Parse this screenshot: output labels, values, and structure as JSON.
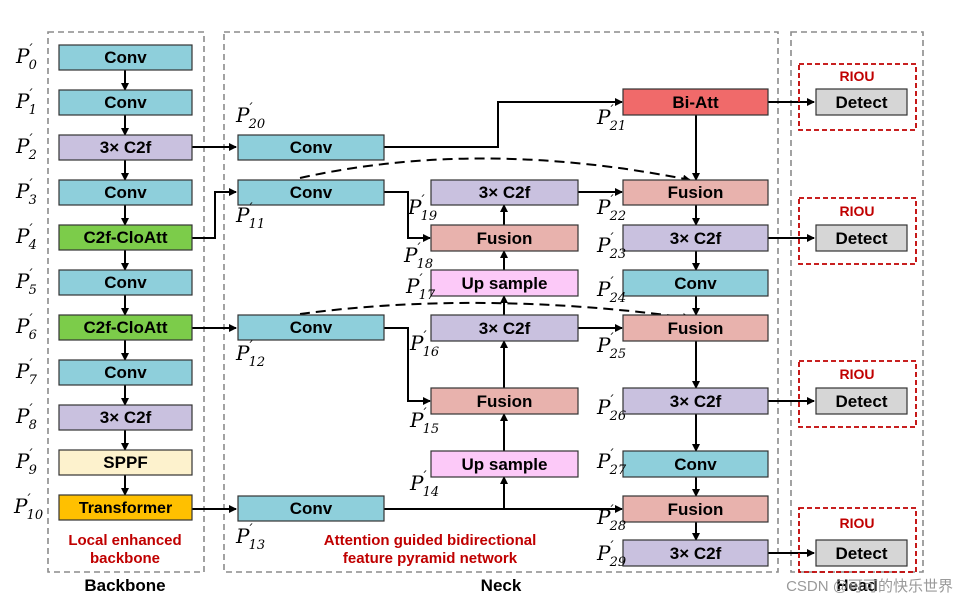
{
  "colors": {
    "conv": "#8ecfdb",
    "c2f": "#c9c1df",
    "cloatt": "#7ccc4a",
    "sppf": "#fdf2cd",
    "transformer": "#ffc000",
    "fusion": "#e8b2ad",
    "upsample": "#fcc9f8",
    "biatt": "#f06a6a",
    "detect": "#d6d6d6",
    "red_text": "#c00000",
    "dash_border": "#8c8c8c"
  },
  "sections": {
    "backbone": {
      "title": "Backbone",
      "note_line1": "Local enhanced",
      "note_line2": "backbone"
    },
    "neck": {
      "title": "Neck",
      "note_line1": "Attention guided bidirectional",
      "note_line2": "feature pyramid network"
    },
    "head": {
      "title": "Head"
    }
  },
  "blocks": {
    "b0": "Conv",
    "b1": "Conv",
    "b2": "3× C2f",
    "b3": "Conv",
    "b4": "C2f-CloAtt",
    "b5": "Conv",
    "b6": "C2f-CloAtt",
    "b7": "Conv",
    "b8": "3× C2f",
    "b9": "SPPF",
    "b10": "Transformer",
    "n20": "Conv",
    "n11": "Conv",
    "n12": "Conv",
    "n13": "Conv",
    "n19": "3× C2f",
    "n18": "Fusion",
    "n17": "Up sample",
    "n16": "3× C2f",
    "n15": "Fusion",
    "n14": "Up sample",
    "n21": "Bi-Att",
    "n22": "Fusion",
    "n23": "3× C2f",
    "n24": "Conv",
    "n25": "Fusion",
    "n26": "3× C2f",
    "n27": "Conv",
    "n28": "Fusion",
    "n29": "3× C2f"
  },
  "head": {
    "riou_label": "RIOU",
    "detect_label": "Detect"
  },
  "p_labels": {
    "letter": "P",
    "prime": "′",
    "subs": [
      "0",
      "1",
      "2",
      "3",
      "4",
      "5",
      "6",
      "7",
      "8",
      "9",
      "10",
      "11",
      "12",
      "13",
      "14",
      "15",
      "16",
      "17",
      "18",
      "19",
      "20",
      "21",
      "22",
      "23",
      "24",
      "25",
      "26",
      "27",
      "28",
      "29"
    ]
  },
  "watermark": "CSDN @可可的快乐世界"
}
